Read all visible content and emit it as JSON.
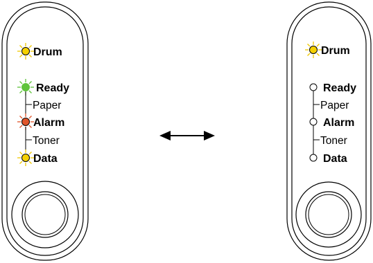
{
  "left_panel": {
    "labels": {
      "drum": "Drum",
      "ready": "Ready",
      "paper": "Paper",
      "alarm": "Alarm",
      "toner": "Toner",
      "data": "Data"
    },
    "leds": {
      "drum": "blinking-yellow",
      "ready": "blinking-green",
      "alarm": "blinking-red",
      "data": "blinking-yellow"
    }
  },
  "right_panel": {
    "labels": {
      "drum": "Drum",
      "ready": "Ready",
      "paper": "Paper",
      "alarm": "Alarm",
      "toner": "Toner",
      "data": "Data"
    },
    "leds": {
      "drum": "blinking-yellow",
      "ready": "off",
      "alarm": "off",
      "data": "off"
    }
  },
  "colors": {
    "yellow_led": "#f5d000",
    "yellow_rays": "#f0c800",
    "green_led": "#5ec43a",
    "green_rays": "#5ec43a",
    "red_led": "#e0552a",
    "red_rays": "#e0552a",
    "outline": "#000000"
  },
  "arrow": {
    "symbol": "double-headed-arrow"
  }
}
